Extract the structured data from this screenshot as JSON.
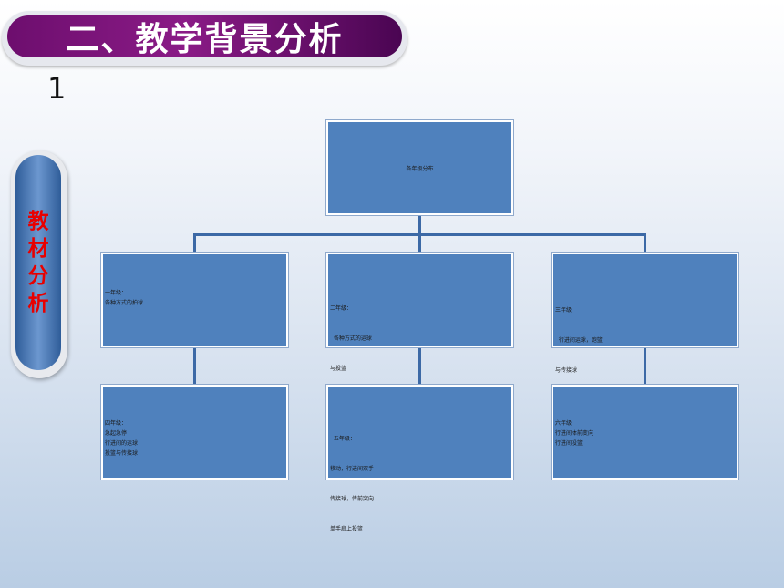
{
  "header": {
    "title": "二、教学背景分析"
  },
  "section_number": "1",
  "side_tab": {
    "label": "教材分析"
  },
  "diagram": {
    "root": {
      "text": "各年级分布"
    },
    "level1": [
      {
        "lines": [
          "一年级：",
          "各种方式的拍球"
        ]
      },
      {
        "lines": [
          "二年级：",
          "  各种方式的运球",
          "与投篮"
        ]
      },
      {
        "lines": [
          "三年级：",
          "  行进间运球，跑篮",
          "与传接球"
        ]
      }
    ],
    "level2": [
      {
        "lines": [
          "四年级：",
          "急起急停",
          "行进间的运球",
          "投篮与传接球"
        ]
      },
      {
        "lines": [
          "  五年级：",
          "移动，行进间双手",
          "传接球，传前突向",
          "单手肩上投篮"
        ]
      },
      {
        "lines": [
          "六年级：",
          "行进间体前变向",
          "行进间投篮"
        ]
      }
    ]
  }
}
